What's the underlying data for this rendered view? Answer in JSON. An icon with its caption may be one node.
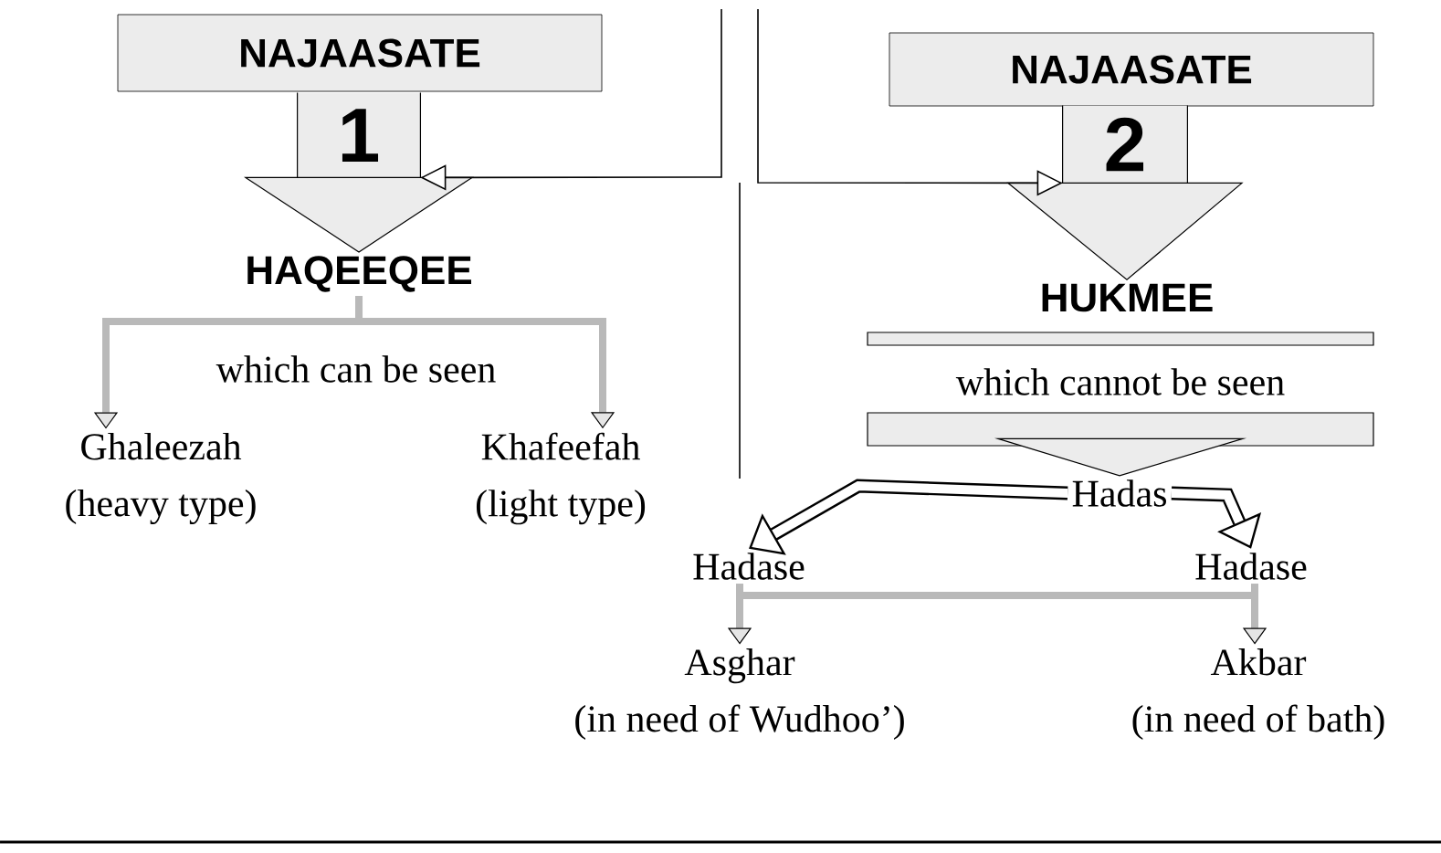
{
  "diagram": {
    "nodes": [
      {
        "text": [
          "NAJAASATE",
          "1"
        ]
      },
      {
        "text": [
          "HAQEEQEE"
        ]
      },
      {
        "text": [
          "Ghaleezah",
          "(heavy type)"
        ]
      },
      {
        "text": [
          "Khafeefah",
          "(light type)"
        ]
      },
      {
        "text": [
          "NAJAASATE",
          "2"
        ]
      },
      {
        "text": [
          "HUKMEE"
        ]
      },
      {
        "text": [
          "which cannot be seen"
        ]
      },
      {
        "text": [
          "Hadas"
        ]
      },
      {
        "text": [
          "Hadase"
        ]
      },
      {
        "text": [
          "Hadase"
        ]
      },
      {
        "text": [
          "Asghar",
          "(in need of Wudhoo’)"
        ]
      },
      {
        "text": [
          "Akbar",
          "(in need of bath)"
        ]
      }
    ],
    "edges": [
      {
        "from": 0,
        "to": 1,
        "arrow": "to"
      },
      {
        "from": 1,
        "to": 2,
        "arrow": "to",
        "color": "#b9b9b9"
      },
      {
        "from": 1,
        "to": 3,
        "arrow": "to",
        "color": "#b9b9b9"
      },
      {
        "from": 4,
        "to": 5,
        "arrow": "to"
      },
      {
        "from": 6,
        "to": 7,
        "arrow": "to"
      },
      {
        "from": 7,
        "to": 8,
        "arrow": "to",
        "style": "thick",
        "color": "#000000"
      },
      {
        "from": 7,
        "to": 9,
        "arrow": "to",
        "style": "thick",
        "color": "#000000"
      },
      {
        "from": 8,
        "to": 10,
        "arrow": "to",
        "color": "#b9b9b9"
      },
      {
        "from": 9,
        "to": 11,
        "arrow": "to",
        "color": "#b9b9b9"
      },
      {
        "from": null,
        "to": 0,
        "arrow": "to",
        "color": "#000000"
      },
      {
        "from": null,
        "to": 4,
        "arrow": "to",
        "color": "#000000"
      },
      {
        "from": 8,
        "to": 9,
        "arrow": "none",
        "color": "#b9b9b9"
      }
    ],
    "labels": [
      "which can be seen"
    ]
  }
}
